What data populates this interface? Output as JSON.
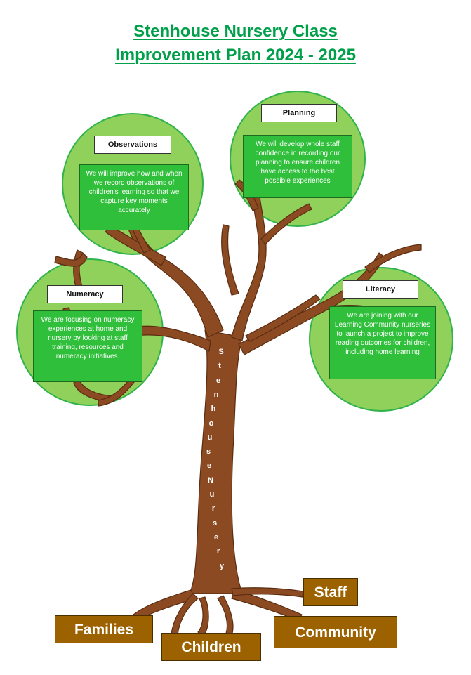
{
  "title": {
    "line1": "Stenhouse Nursery Class",
    "line2": "Improvement Plan 2024 - 2025"
  },
  "colors": {
    "title": "#00a04a",
    "leaf_circle": "#8fd15a",
    "text_box": "#2fbf3a",
    "trunk": "#8b4a22",
    "root_box": "#9c6200"
  },
  "branches": {
    "observations": {
      "label": "Observations",
      "text": "We will improve how and when we record observations of children's learning so that we capture key moments accurately"
    },
    "planning": {
      "label": "Planning",
      "text": "We will develop whole staff confidence in recording our planning to ensure children have access to the best possible experiences"
    },
    "numeracy": {
      "label": "Numeracy",
      "text": "We are focusing on numeracy experiences at home and nursery by looking at staff training, resources and numeracy initiatives."
    },
    "literacy": {
      "label": "Literacy",
      "text": "We are joining with our Learning Community nurseries to launch a project to improve reading outcomes for children, including home learning"
    }
  },
  "trunk_letters": [
    "S",
    "t",
    "e",
    "n",
    "h",
    "o",
    "u",
    "s",
    "e",
    "N",
    "u",
    "r",
    "s",
    "e",
    "r",
    "y"
  ],
  "roots": {
    "families": "Families",
    "children": "Children",
    "community": "Community",
    "staff": "Staff"
  }
}
